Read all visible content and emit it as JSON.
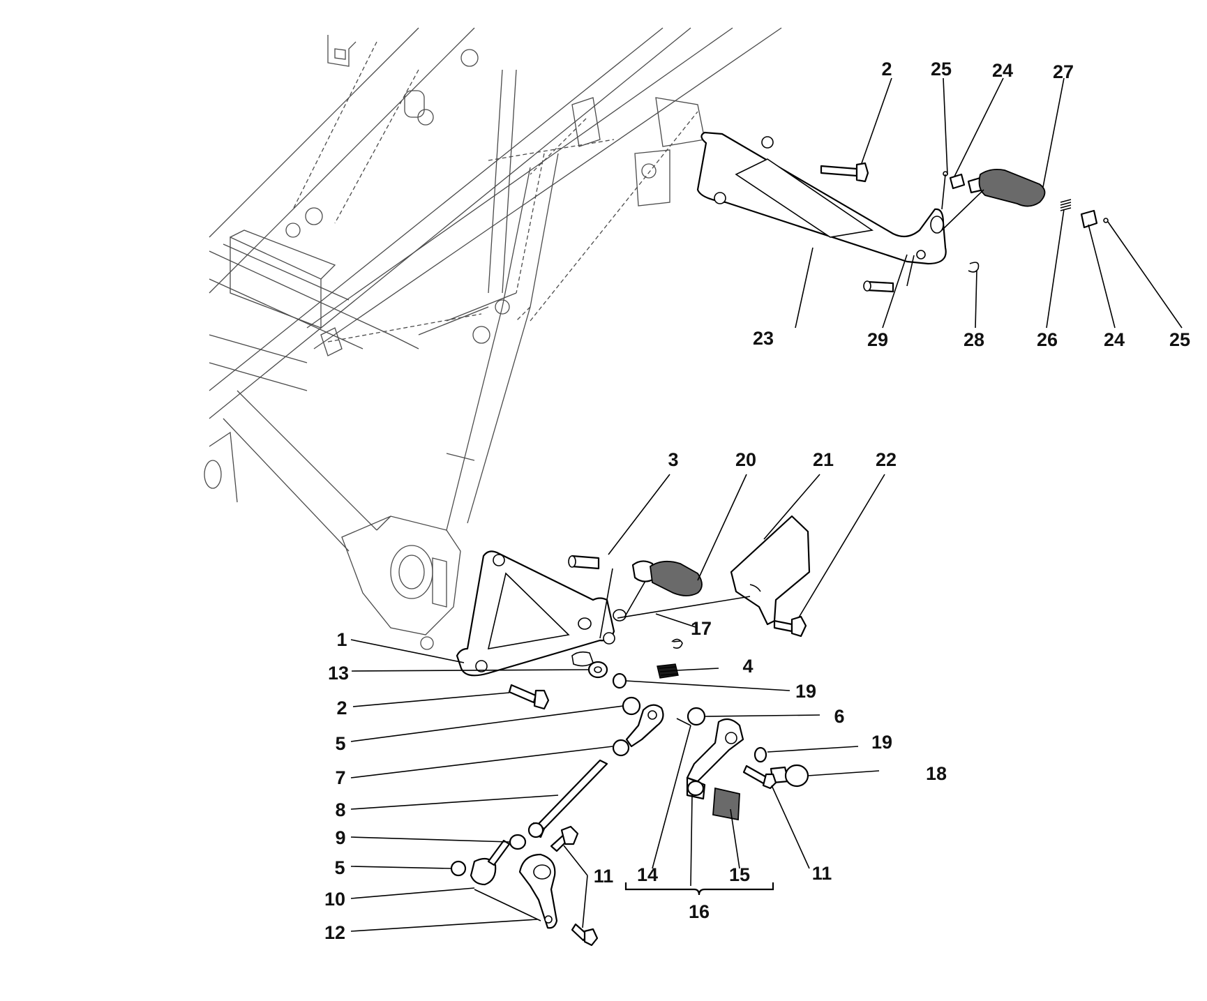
{
  "callouts": {
    "c_2_top": "2",
    "c_25_top": "25",
    "c_24_top": "24",
    "c_27": "27",
    "c_23": "23",
    "c_29": "29",
    "c_28": "28",
    "c_26": "26",
    "c_24_bot": "24",
    "c_25_bot": "25",
    "c_3": "3",
    "c_20": "20",
    "c_21": "21",
    "c_22": "22",
    "c_1": "1",
    "c_17": "17",
    "c_13": "13",
    "c_4": "4",
    "c_19_a": "19",
    "c_2_mid": "2",
    "c_6": "6",
    "c_5_a": "5",
    "c_19_b": "19",
    "c_7": "7",
    "c_18": "18",
    "c_8": "8",
    "c_9": "9",
    "c_5_b": "5",
    "c_11_a": "11",
    "c_14": "14",
    "c_15": "15",
    "c_11_b": "11",
    "c_10": "10",
    "c_16": "16",
    "c_12": "12"
  }
}
